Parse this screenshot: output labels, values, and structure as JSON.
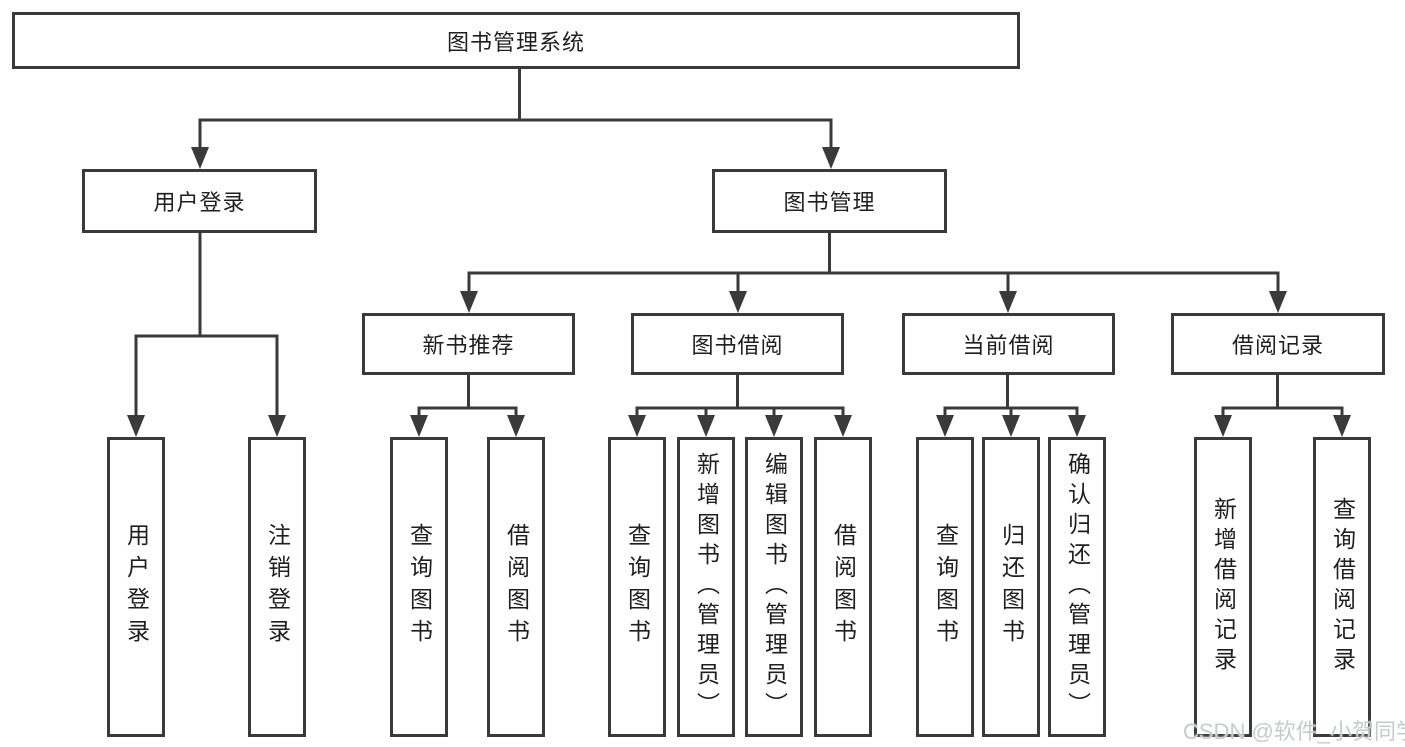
{
  "title": "图书管理系统",
  "watermark": "CSDN @软件_小贺同学",
  "colors": {
    "line": "#3a3a3a",
    "box_border": "#3a3a3a",
    "box_fill": "#ffffff",
    "text": "#1f1f1f",
    "watermark": "#c6cbcb"
  },
  "tree": {
    "root": "图书管理系统",
    "level2": [
      "用户登录",
      "图书管理"
    ],
    "level3": [
      "新书推荐",
      "图书借阅",
      "当前借阅",
      "借阅记录"
    ],
    "leaves": {
      "login": [
        "用户登录",
        "注销登录"
      ],
      "recommend": [
        "查询图书",
        "借阅图书"
      ],
      "borrow": [
        "查询图书",
        "新增图书（管理员）",
        "编辑图书（管理员）",
        "借阅图书"
      ],
      "current": [
        "查询图书",
        "归还图书",
        "确认归还（管理员）"
      ],
      "records": [
        "新增借阅记录",
        "查询借阅记录"
      ]
    }
  }
}
